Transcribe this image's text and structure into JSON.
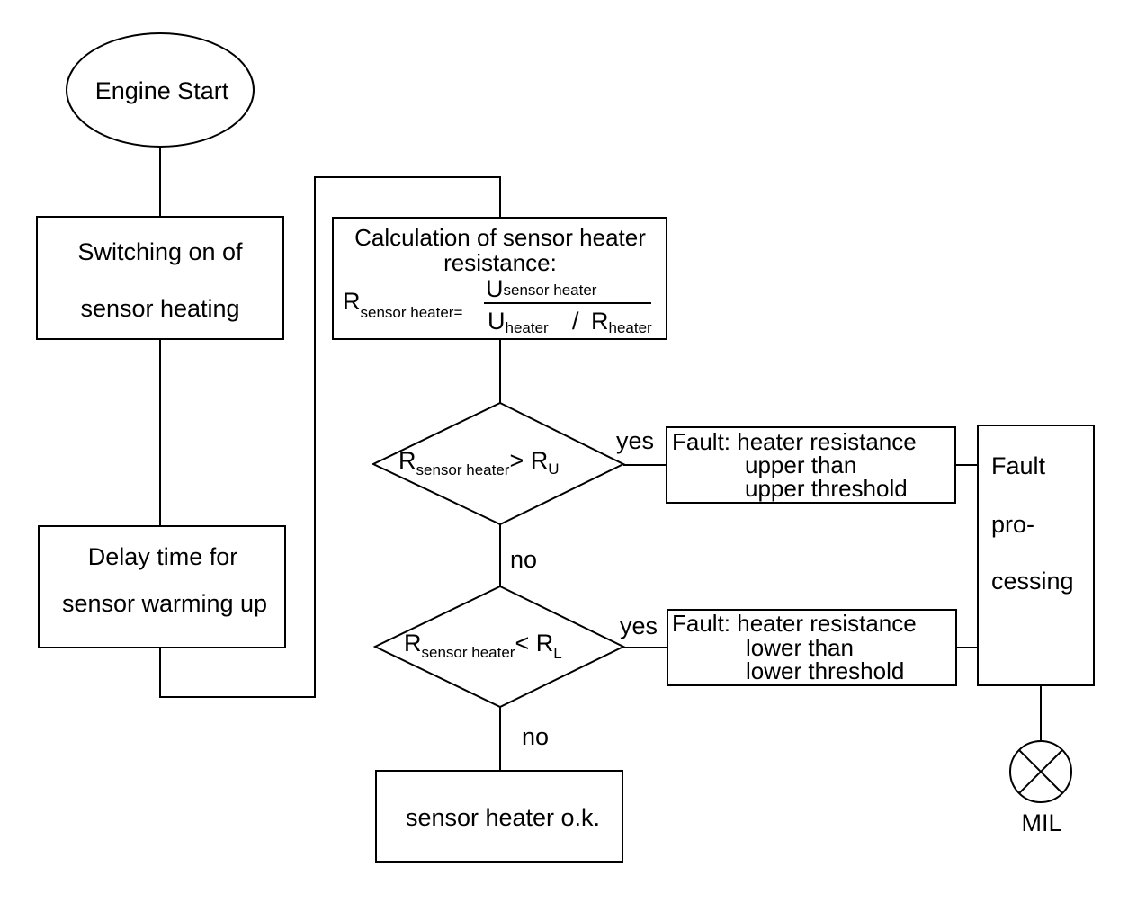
{
  "start": {
    "label": "Engine Start"
  },
  "switching": {
    "line1": "Switching on of",
    "line2": "sensor heating"
  },
  "delay": {
    "line1": "Delay time for",
    "line2": "sensor warming up"
  },
  "calc": {
    "title1": "Calculation of sensor heater",
    "title2": "resistance:",
    "lhs_symbol": "R",
    "lhs_sub": "sensor heater",
    "equals": "=",
    "num_symbol": "U",
    "num_sub": "sensor heater",
    "den_u_symbol": "U",
    "den_u_sub": "heater",
    "den_slash": "/",
    "den_r_symbol": "R",
    "den_r_sub": "heater"
  },
  "decision_upper": {
    "symbol": "R",
    "sub": "sensor heater",
    "op": "> R",
    "limit_sub": "U"
  },
  "decision_lower": {
    "symbol": "R",
    "sub": "sensor heater",
    "op": "< R",
    "limit_sub": "L"
  },
  "branches": {
    "yes_upper": "yes",
    "yes_lower": "yes",
    "no_upper": "no",
    "no_lower": "no"
  },
  "fault_upper": {
    "line1": "Fault: heater resistance",
    "line2": "upper than",
    "line3": "upper threshold"
  },
  "fault_lower": {
    "line1": "Fault: heater resistance",
    "line2": "lower than",
    "line3": "lower threshold"
  },
  "fault_processing": {
    "line1": "Fault",
    "line2": "pro-",
    "line3": "cessing"
  },
  "ok": {
    "label": "sensor heater o.k."
  },
  "mil": {
    "label": "MIL"
  }
}
